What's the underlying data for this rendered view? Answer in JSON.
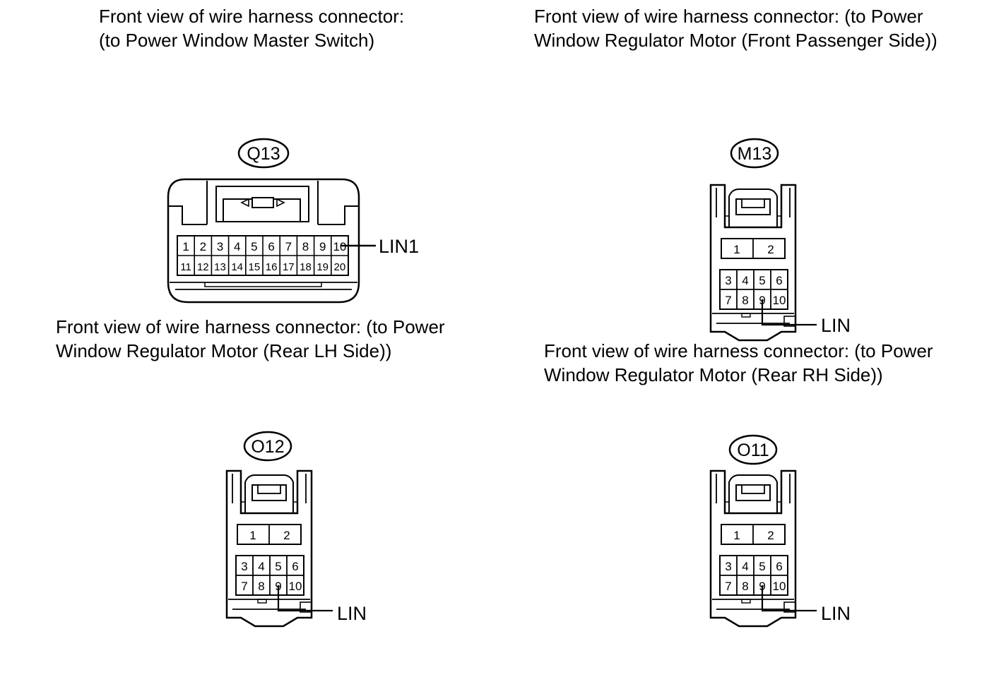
{
  "connectors": [
    {
      "id": "q13",
      "code": "Q13",
      "caption_line1": "Front view of wire harness connector:",
      "caption_line2": "(to Power Window Master Switch)",
      "pins_row1": [
        "1",
        "2",
        "3",
        "4",
        "5",
        "6",
        "7",
        "8",
        "9",
        "10"
      ],
      "pins_row2": [
        "11",
        "12",
        "13",
        "14",
        "15",
        "16",
        "17",
        "18",
        "19",
        "20"
      ],
      "terminal_label": "LIN1"
    },
    {
      "id": "m13",
      "code": "M13",
      "caption_line1": "Front view of wire harness connector: (to Power",
      "caption_line2": "Window Regulator Motor (Front Passenger Side))",
      "pins_top": [
        "1",
        "2"
      ],
      "pins_row1": [
        "3",
        "4",
        "5",
        "6"
      ],
      "pins_row2": [
        "7",
        "8",
        "9",
        "10"
      ],
      "terminal_label": "LIN"
    },
    {
      "id": "o12",
      "code": "O12",
      "caption_line1": "Front view of wire harness connector: (to Power",
      "caption_line2": "Window Regulator Motor (Rear LH Side))",
      "pins_top": [
        "1",
        "2"
      ],
      "pins_row1": [
        "3",
        "4",
        "5",
        "6"
      ],
      "pins_row2": [
        "7",
        "8",
        "9",
        "10"
      ],
      "terminal_label": "LIN"
    },
    {
      "id": "o11",
      "code": "O11",
      "caption_line1": "Front view of wire harness connector: (to Power",
      "caption_line2": "Window Regulator Motor (Rear RH Side))",
      "pins_top": [
        "1",
        "2"
      ],
      "pins_row1": [
        "3",
        "4",
        "5",
        "6"
      ],
      "pins_row2": [
        "7",
        "8",
        "9",
        "10"
      ],
      "terminal_label": "LIN"
    }
  ]
}
